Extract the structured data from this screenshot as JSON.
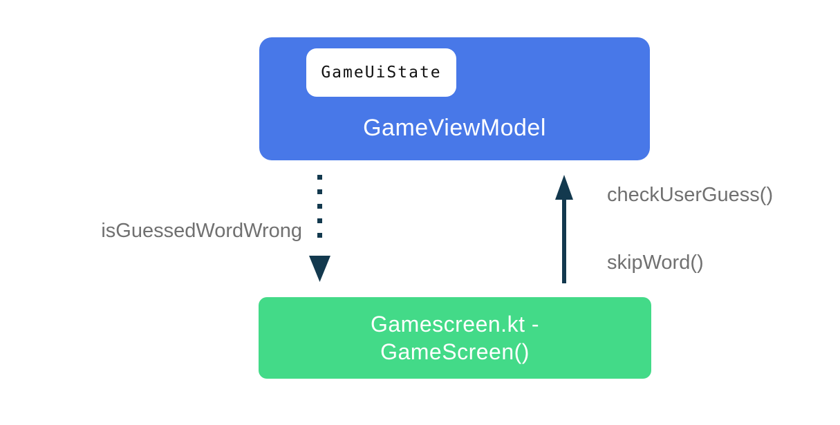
{
  "diagram": {
    "viewmodel_box": {
      "label": "GameViewModel",
      "badge": "GameUiState"
    },
    "screen_box": {
      "label_line1": "Gamescreen.kt -",
      "label_line2": "GameScreen()"
    },
    "edges": {
      "down_arrow_label": "isGuessedWordWrong",
      "up_arrow_label_1": "checkUserGuess()",
      "up_arrow_label_2": "skipWord()"
    }
  },
  "colors": {
    "viewmodel_blue": "#4878e8",
    "screen_green": "#43da88",
    "arrow_navy": "#13394e",
    "label_gray": "#707070",
    "badge_bg": "#ffffff",
    "badge_text": "#111111"
  }
}
